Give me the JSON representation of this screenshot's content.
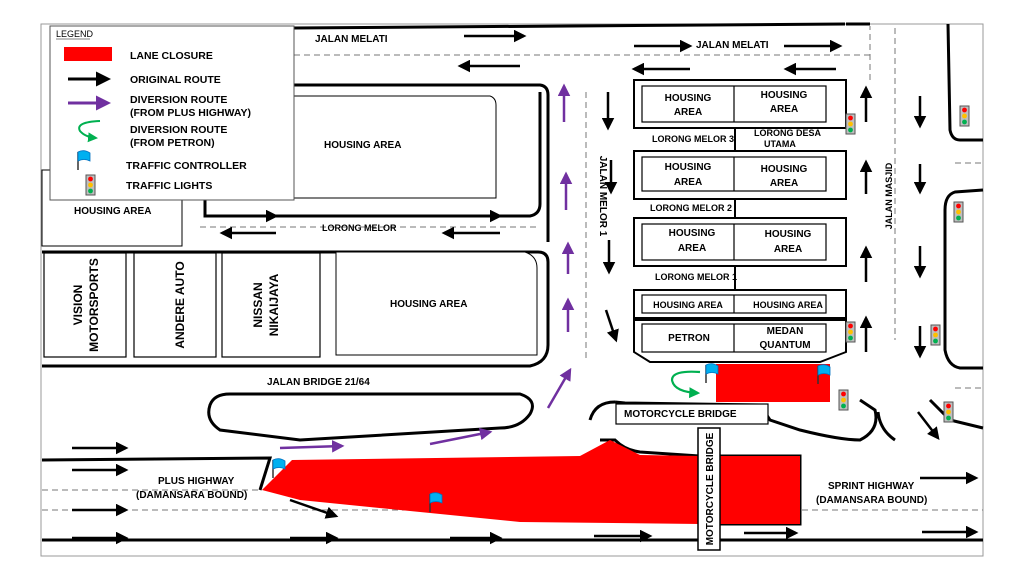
{
  "legend": {
    "title": "LEGEND",
    "lane_closure": "LANE CLOSURE",
    "original_route": "ORIGINAL ROUTE",
    "diversion_plus_1": "DIVERSION ROUTE",
    "diversion_plus_2": "(FROM PLUS HIGHWAY)",
    "diversion_petron_1": "DIVERSION ROUTE",
    "diversion_petron_2": "(FROM PETRON)",
    "traffic_controller": "TRAFFIC CONTROLLER",
    "traffic_lights": "TRAFFIC LIGHTS"
  },
  "roads": {
    "jalan_melati_left": "JALAN MELATI",
    "jalan_melati_right": "JALAN MELATI",
    "lorong_melor": "LORONG MELOR",
    "jalan_melor_1": "JALAN MELOR 1",
    "jalan_masjid": "JALAN MASJID",
    "lorong_melor_3": "LORONG MELOR 3",
    "lorong_desa_utama_1": "LORONG DESA",
    "lorong_desa_utama_2": "UTAMA",
    "lorong_melor_2": "LORONG MELOR 2",
    "lorong_melor_1": "LORONG MELOR 1",
    "jalan_bridge": "JALAN BRIDGE 21/64",
    "motorcycle_bridge_h": "MOTORCYCLE BRIDGE",
    "motorcycle_bridge_v": "MOTORCYCLE BRIDGE",
    "plus_highway_1": "PLUS HIGHWAY",
    "plus_highway_2": "(DAMANSARA BOUND)",
    "sprint_highway_1": "SPRINT HIGHWAY",
    "sprint_highway_2": "(DAMANSARA BOUND)"
  },
  "areas": {
    "housing_big_top": "HOUSING AREA",
    "housing_left": "HOUSING AREA",
    "housing_mid": "HOUSING AREA",
    "vision_1": "VISION",
    "vision_2": "MOTORSPORTS",
    "andere": "ANDERE AUTO",
    "nissan_1": "NISSAN",
    "nissan_2": "NIKAIJAYA",
    "housing": "HOUSING",
    "area": "AREA",
    "housing_area_small": "HOUSING AREA",
    "petron": "PETRON",
    "medan_1": "MEDAN",
    "medan_2": "QUANTUM"
  },
  "colors": {
    "closure": "#ff0000",
    "diversion": "#7030a0",
    "petron_diversion": "#00b050",
    "flag": "#00b0f0"
  }
}
